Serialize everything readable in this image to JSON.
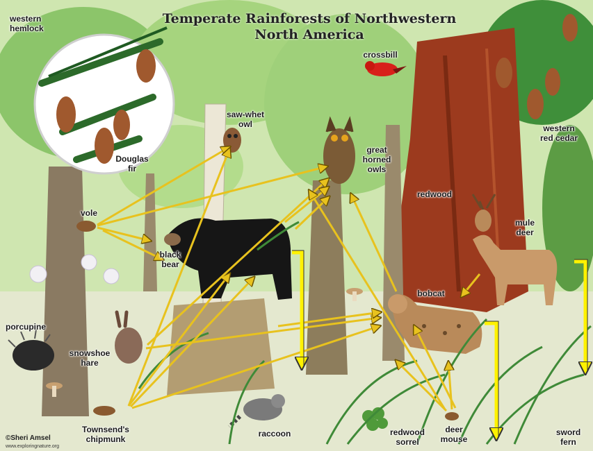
{
  "title": "Temperate Rainforests of Northwestern\nNorth America",
  "labels": {
    "western_hemlock": "western\nhemlock",
    "crossbill": "crossbill",
    "saw_whet_owl": "saw-whet\nowl",
    "douglas_fir": "Douglas\nfir",
    "great_horned_owls": "great\nhorned\nowls",
    "western_red_cedar": "western\nred cedar",
    "redwood": "redwood",
    "vole": "vole",
    "mule_deer": "mule\ndeer",
    "black_bear": "black\nbear",
    "bobcat": "bobcat",
    "porcupine": "porcupine",
    "snowshoe_hare": "snowshoe\nhare",
    "townsends_chipmunk": "Townsend's\nchipmunk",
    "raccoon": "raccoon",
    "redwood_sorrel": "redwood\nsorrel",
    "deer_mouse": "deer\nmouse",
    "sword_fern": "sword\nfern"
  },
  "credit": "©Sheri Amsel",
  "credit_url": "www.exploringnature.org",
  "colors": {
    "arrow": "#e8c21e",
    "arrow_outline": "#6b5200",
    "decomposer_arrow": "#fff200",
    "foliage": "#8cc56a",
    "redwood_trunk": "#9c3a1e",
    "forest_floor": "#e4e8cf"
  }
}
